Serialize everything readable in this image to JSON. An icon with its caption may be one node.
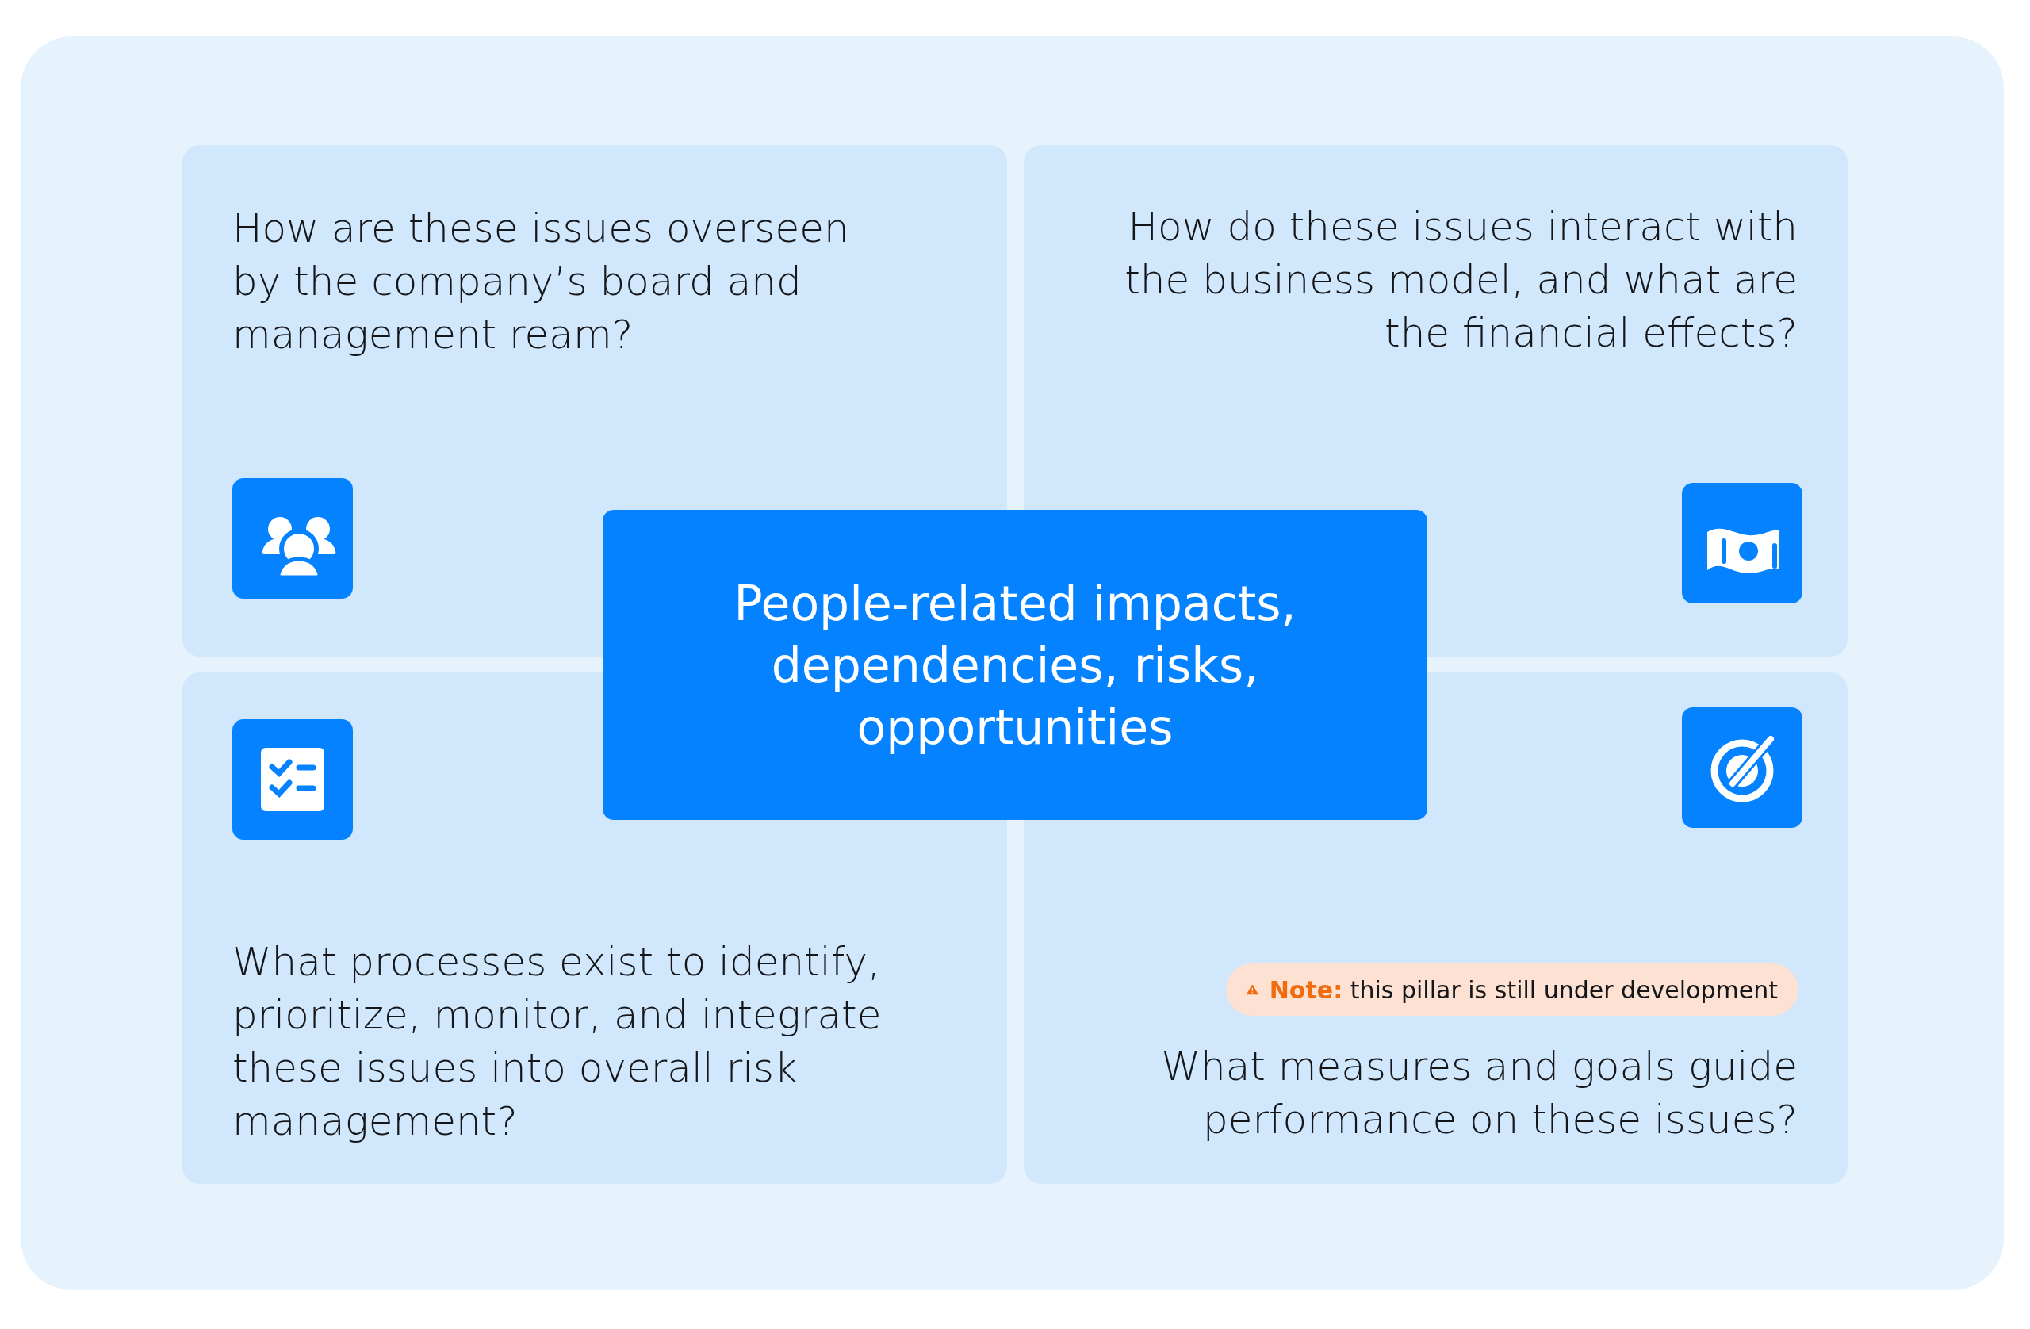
{
  "diagram": {
    "nodes": [
      {
        "text": [
          "How are these issues overseen by the company’s board and management ream?"
        ]
      },
      {
        "text": [
          "How do these issues interact with the business model, and what are the financial effects?"
        ]
      },
      {
        "text": [
          "People-related impacts, dependencies, risks, opportunities"
        ]
      },
      {
        "text": [
          "What processes exist to identify, prioritize, monitor, and integrate these issues into overall risk management?"
        ]
      },
      {
        "text": [
          "What measures and goals guide performance on these issues?"
        ]
      },
      {
        "text": [
          "**Note:** this pillar is still under development"
        ],
        "in": 4
      }
    ]
  }
}
